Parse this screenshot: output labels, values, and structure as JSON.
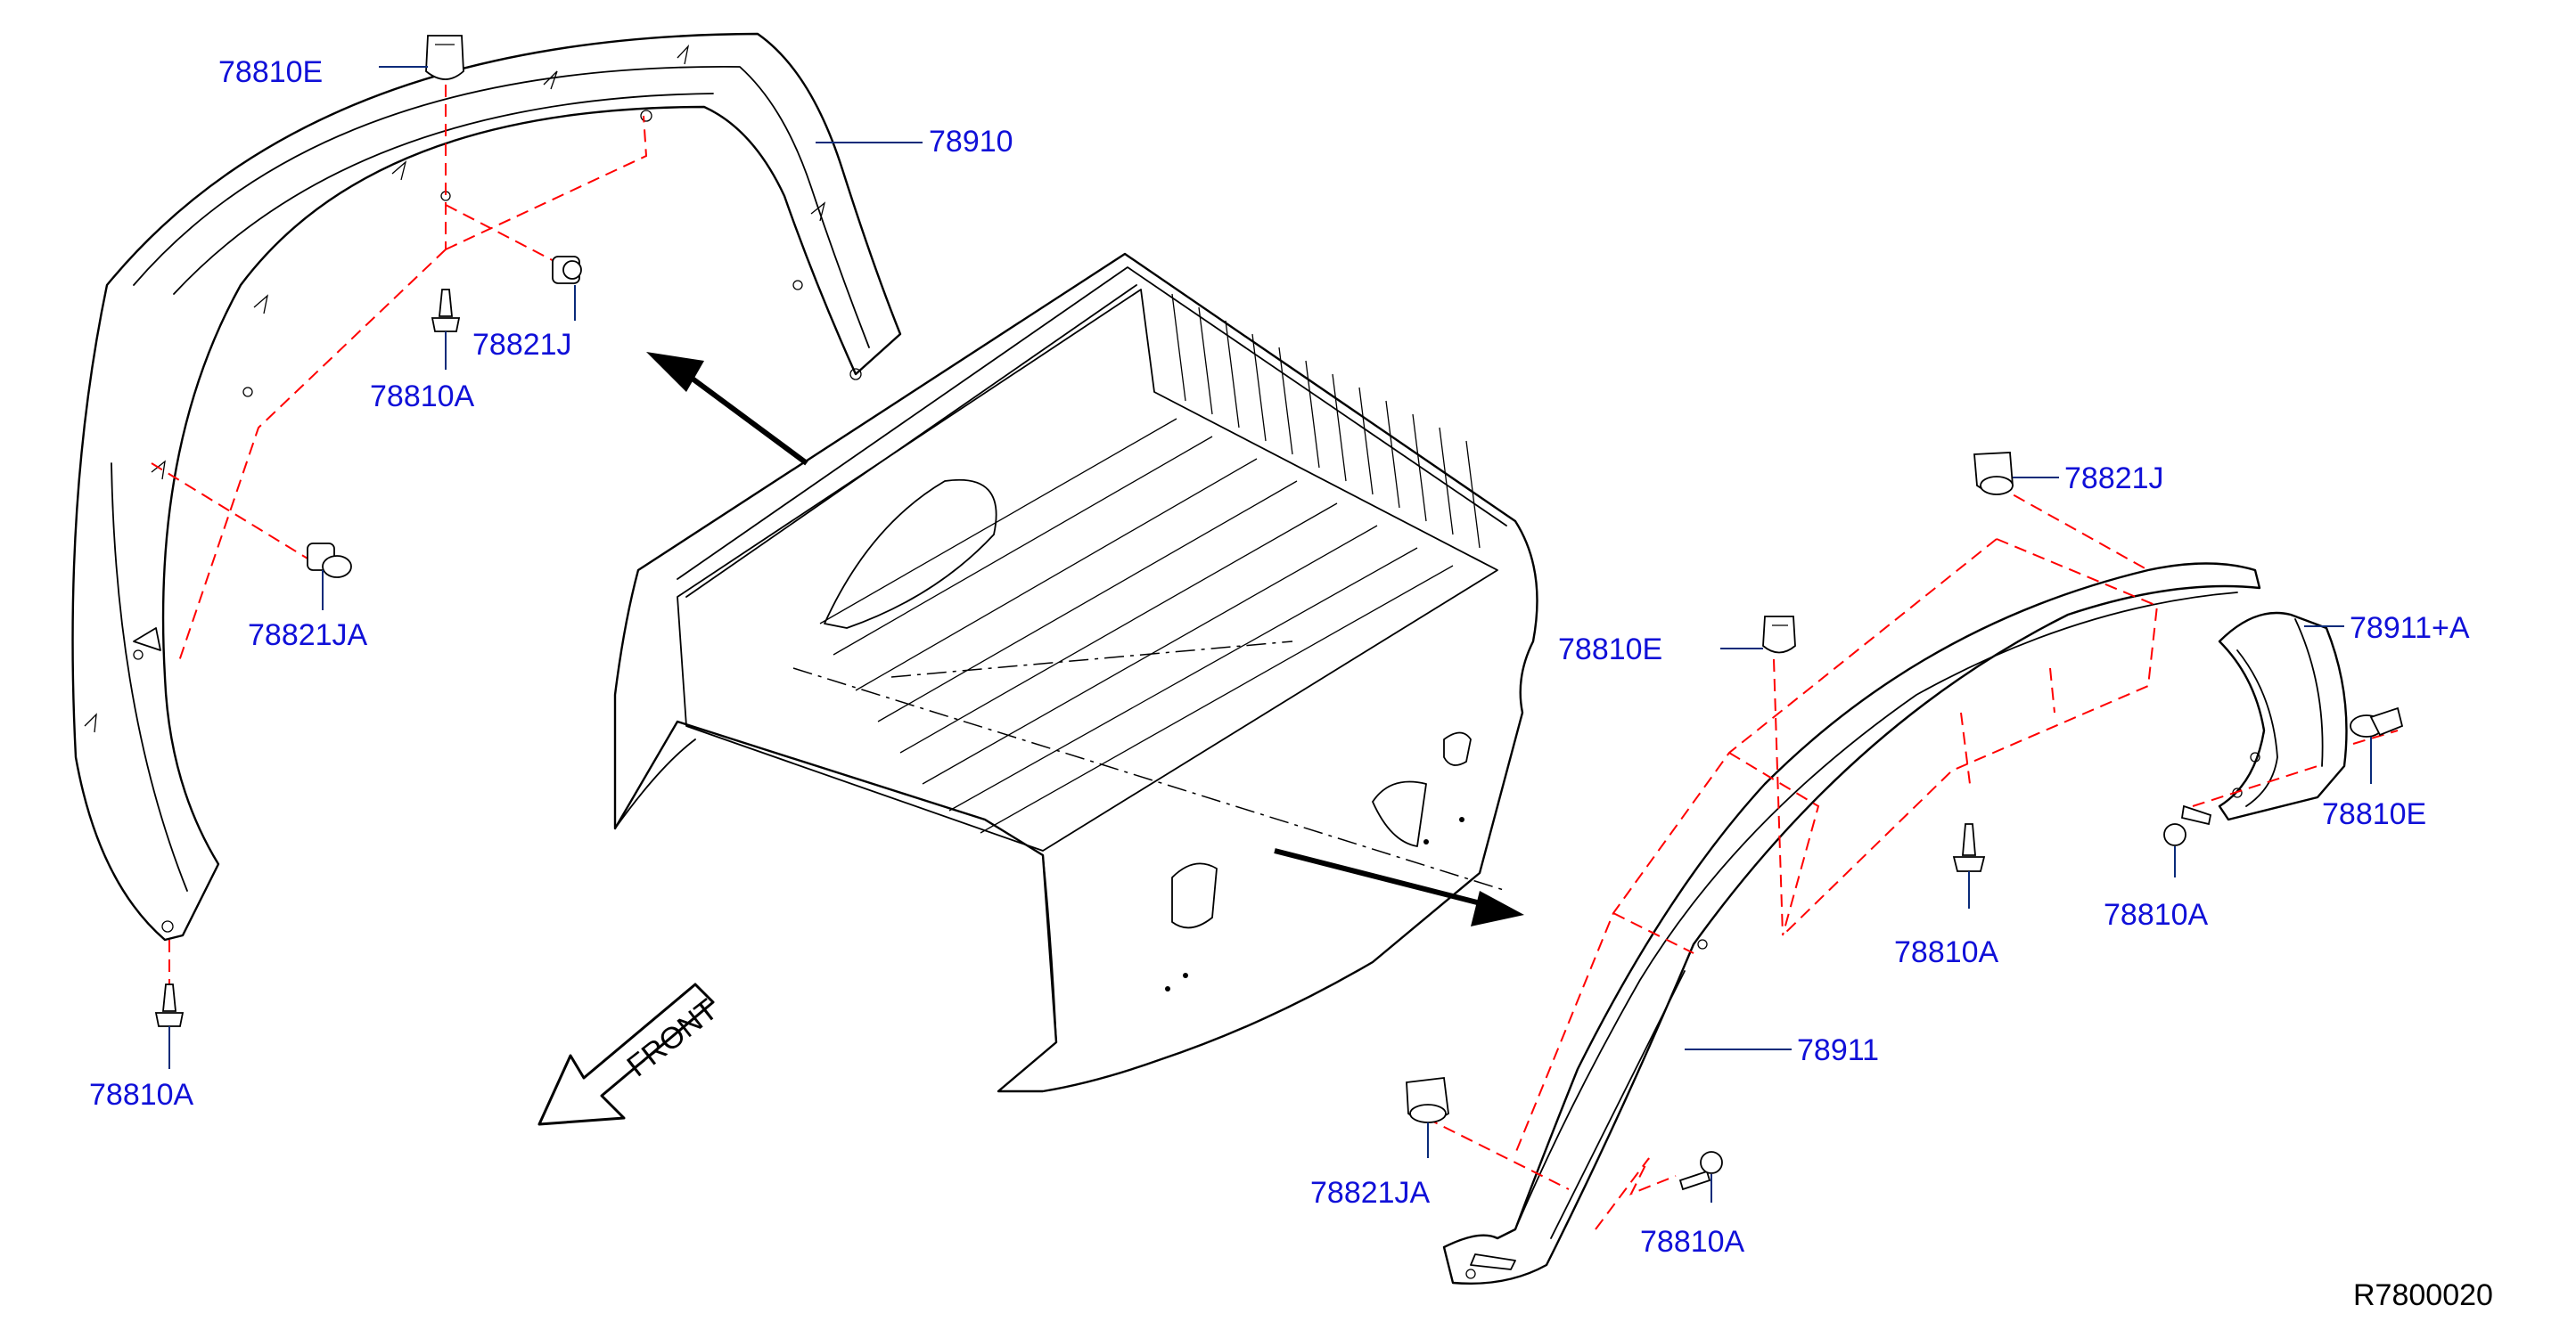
{
  "diagram": {
    "labels": {
      "left_clip_top": "78810E",
      "left_flare": "78910",
      "left_clip_j": "78821J",
      "left_screw_mid": "78810A",
      "left_clip_ja": "78821JA",
      "left_screw_bottom": "78810A",
      "right_clip_j": "78821J",
      "right_clip_e": "78810E",
      "right_flare_ext": "78911+A",
      "right_clip_e2": "78810E",
      "right_screw_ext": "78810A",
      "right_screw_mid": "78810A",
      "right_flare": "78911",
      "right_clip_ja": "78821JA",
      "right_screw_bottom": "78810A"
    },
    "front_label": "FRONT",
    "ref_code": "R7800020"
  }
}
